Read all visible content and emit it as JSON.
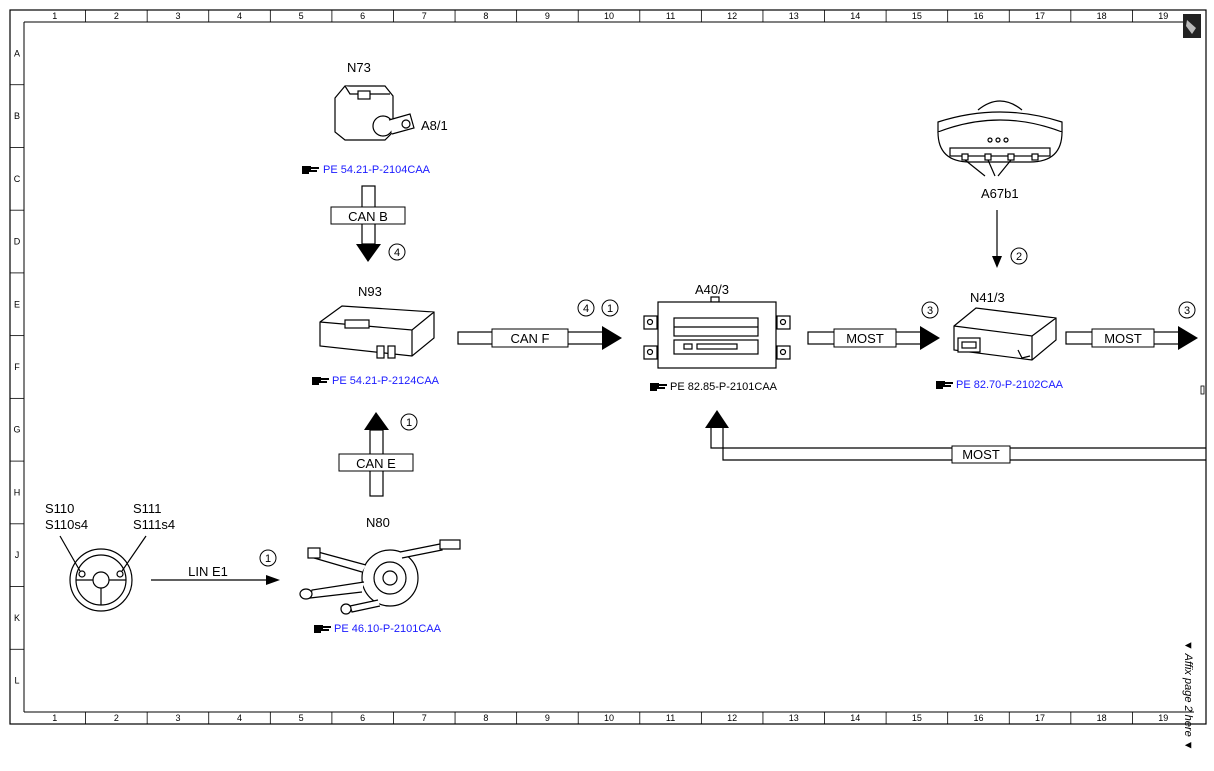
{
  "grid": {
    "columns": [
      "1",
      "2",
      "3",
      "4",
      "5",
      "6",
      "7",
      "8",
      "9",
      "10",
      "11",
      "12",
      "13",
      "14",
      "15",
      "16",
      "17",
      "18",
      "19"
    ],
    "rows": [
      "A",
      "B",
      "C",
      "D",
      "E",
      "F",
      "G",
      "H",
      "J",
      "K",
      "L"
    ]
  },
  "components": {
    "n73": {
      "label": "N73",
      "sub_label": "A8/1",
      "ref": "PE 54.21-P-2104CAA"
    },
    "n93": {
      "label": "N93",
      "ref": "PE 54.21-P-2124CAA"
    },
    "n80": {
      "label": "N80",
      "ref": "PE 46.10-P-2101CAA"
    },
    "a40_3": {
      "label": "A40/3",
      "ref": "PE 82.85-P-2101CAA"
    },
    "a67b1": {
      "label": "A67b1"
    },
    "n41_3": {
      "label": "N41/3",
      "ref": "PE 82.70-P-2102CAA"
    },
    "steering": {
      "left_label_1": "S110",
      "left_label_2": "S110s4",
      "right_label_1": "S111",
      "right_label_2": "S111s4"
    }
  },
  "buses": {
    "can_b": "CAN B",
    "can_e": "CAN E",
    "can_f": "CAN F",
    "lin_e1": "LIN E1",
    "most_1": "MOST",
    "most_2": "MOST",
    "most_return": "MOST"
  },
  "markers": {
    "can_b": "4",
    "can_e": "1",
    "lin": "1",
    "can_f_a": "4",
    "can_f_b": "1",
    "a67": "2",
    "most_1": "3",
    "most_2": "3"
  },
  "affix_note": "▼ Affix page 2 here ▼"
}
